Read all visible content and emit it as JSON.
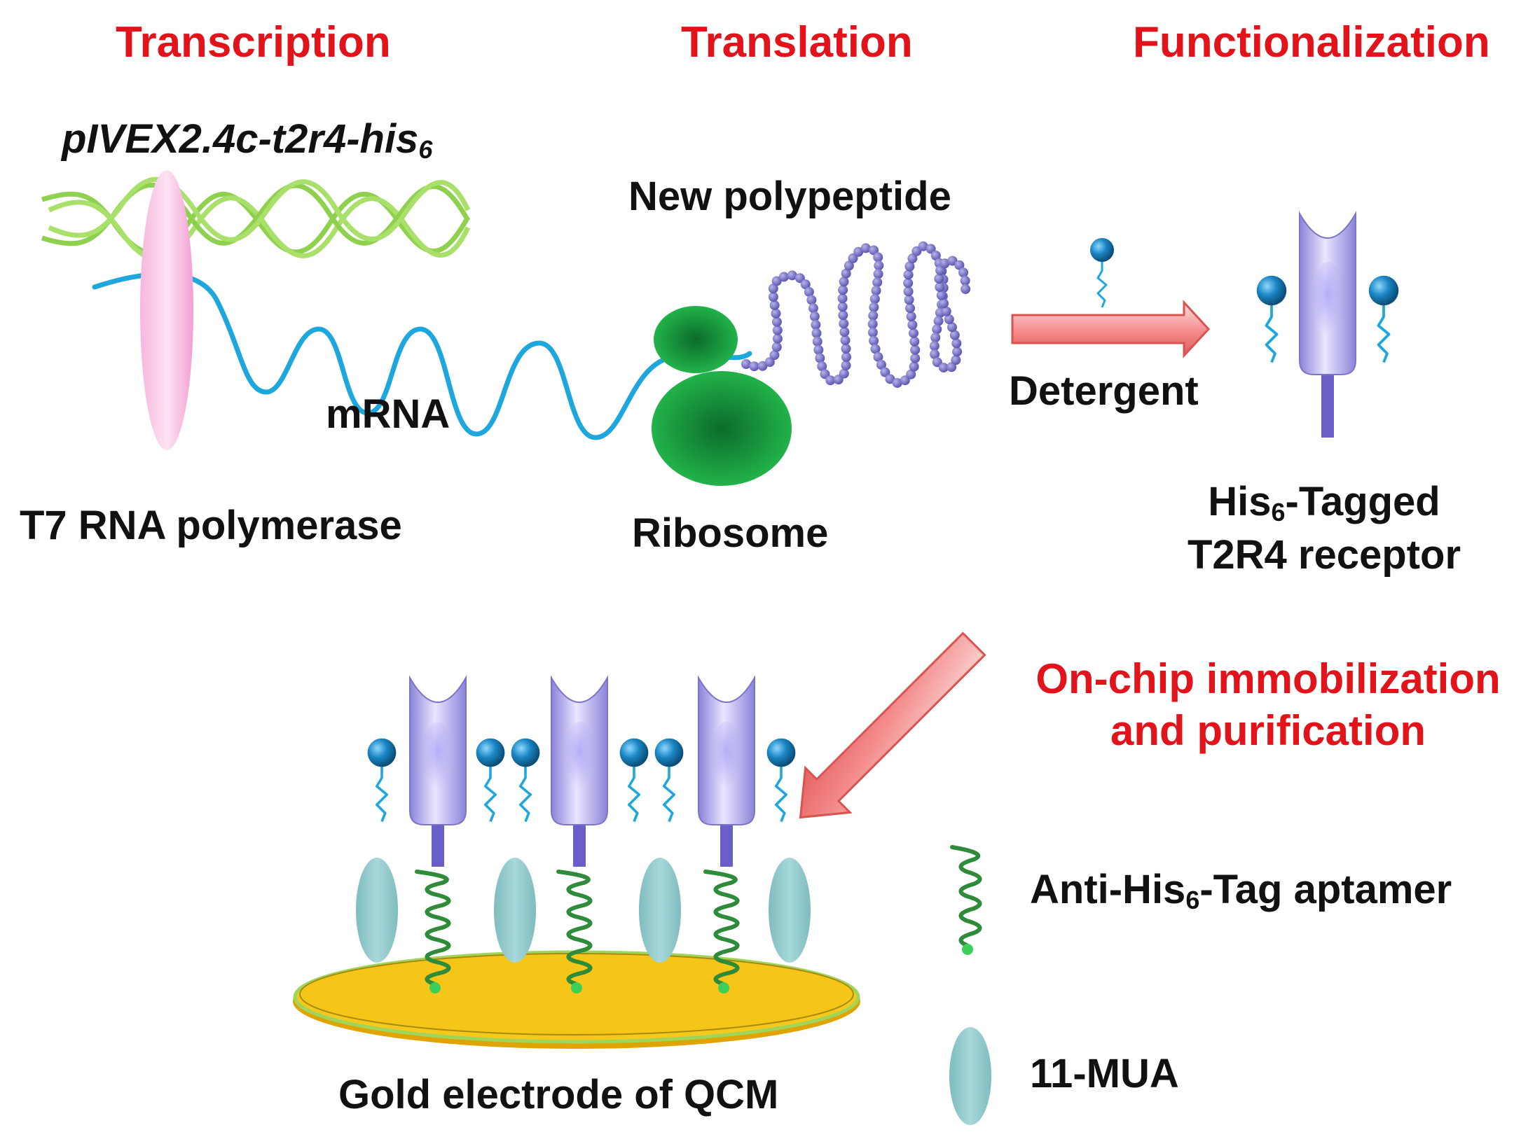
{
  "stages": {
    "transcription": "Transcription",
    "translation": "Translation",
    "functionalization": "Functionalization"
  },
  "labels": {
    "plasmid_pre": "pIVEX2.4c-t2r4-his",
    "plasmid_sub": "6",
    "new_polypeptide": "New polypeptide",
    "mrna": "mRNA",
    "polymerase": "T7 RNA polymerase",
    "ribosome": "Ribosome",
    "detergent": "Detergent",
    "receptor_line1_pre": "His",
    "receptor_line1_sub": "6",
    "receptor_line1_post": "-Tagged",
    "receptor_line2": "T2R4 receptor",
    "immob_line1": "On-chip immobilization",
    "immob_line2": "and purification",
    "gold": "Gold electrode of QCM"
  },
  "legend": {
    "aptamer_pre": "Anti-His",
    "aptamer_sub": "6",
    "aptamer_post": "-Tag aptamer",
    "mua": "11-MUA"
  },
  "colors": {
    "stage_title": "#e0141a",
    "dna": "#8fd14f",
    "mrna": "#1ea7dc",
    "polymerase": "#f4a6d7",
    "ribosome": "#16963a",
    "polypeptide": "#7a74c8",
    "arrow": "#f08080",
    "receptor": "#b8b2ee",
    "receptor_stem": "#6a5fc8",
    "lipid_head": "#1a86c4",
    "aptamer": "#2e8b3a",
    "mua": "#8cc6c8",
    "gold": "#f5c518"
  }
}
